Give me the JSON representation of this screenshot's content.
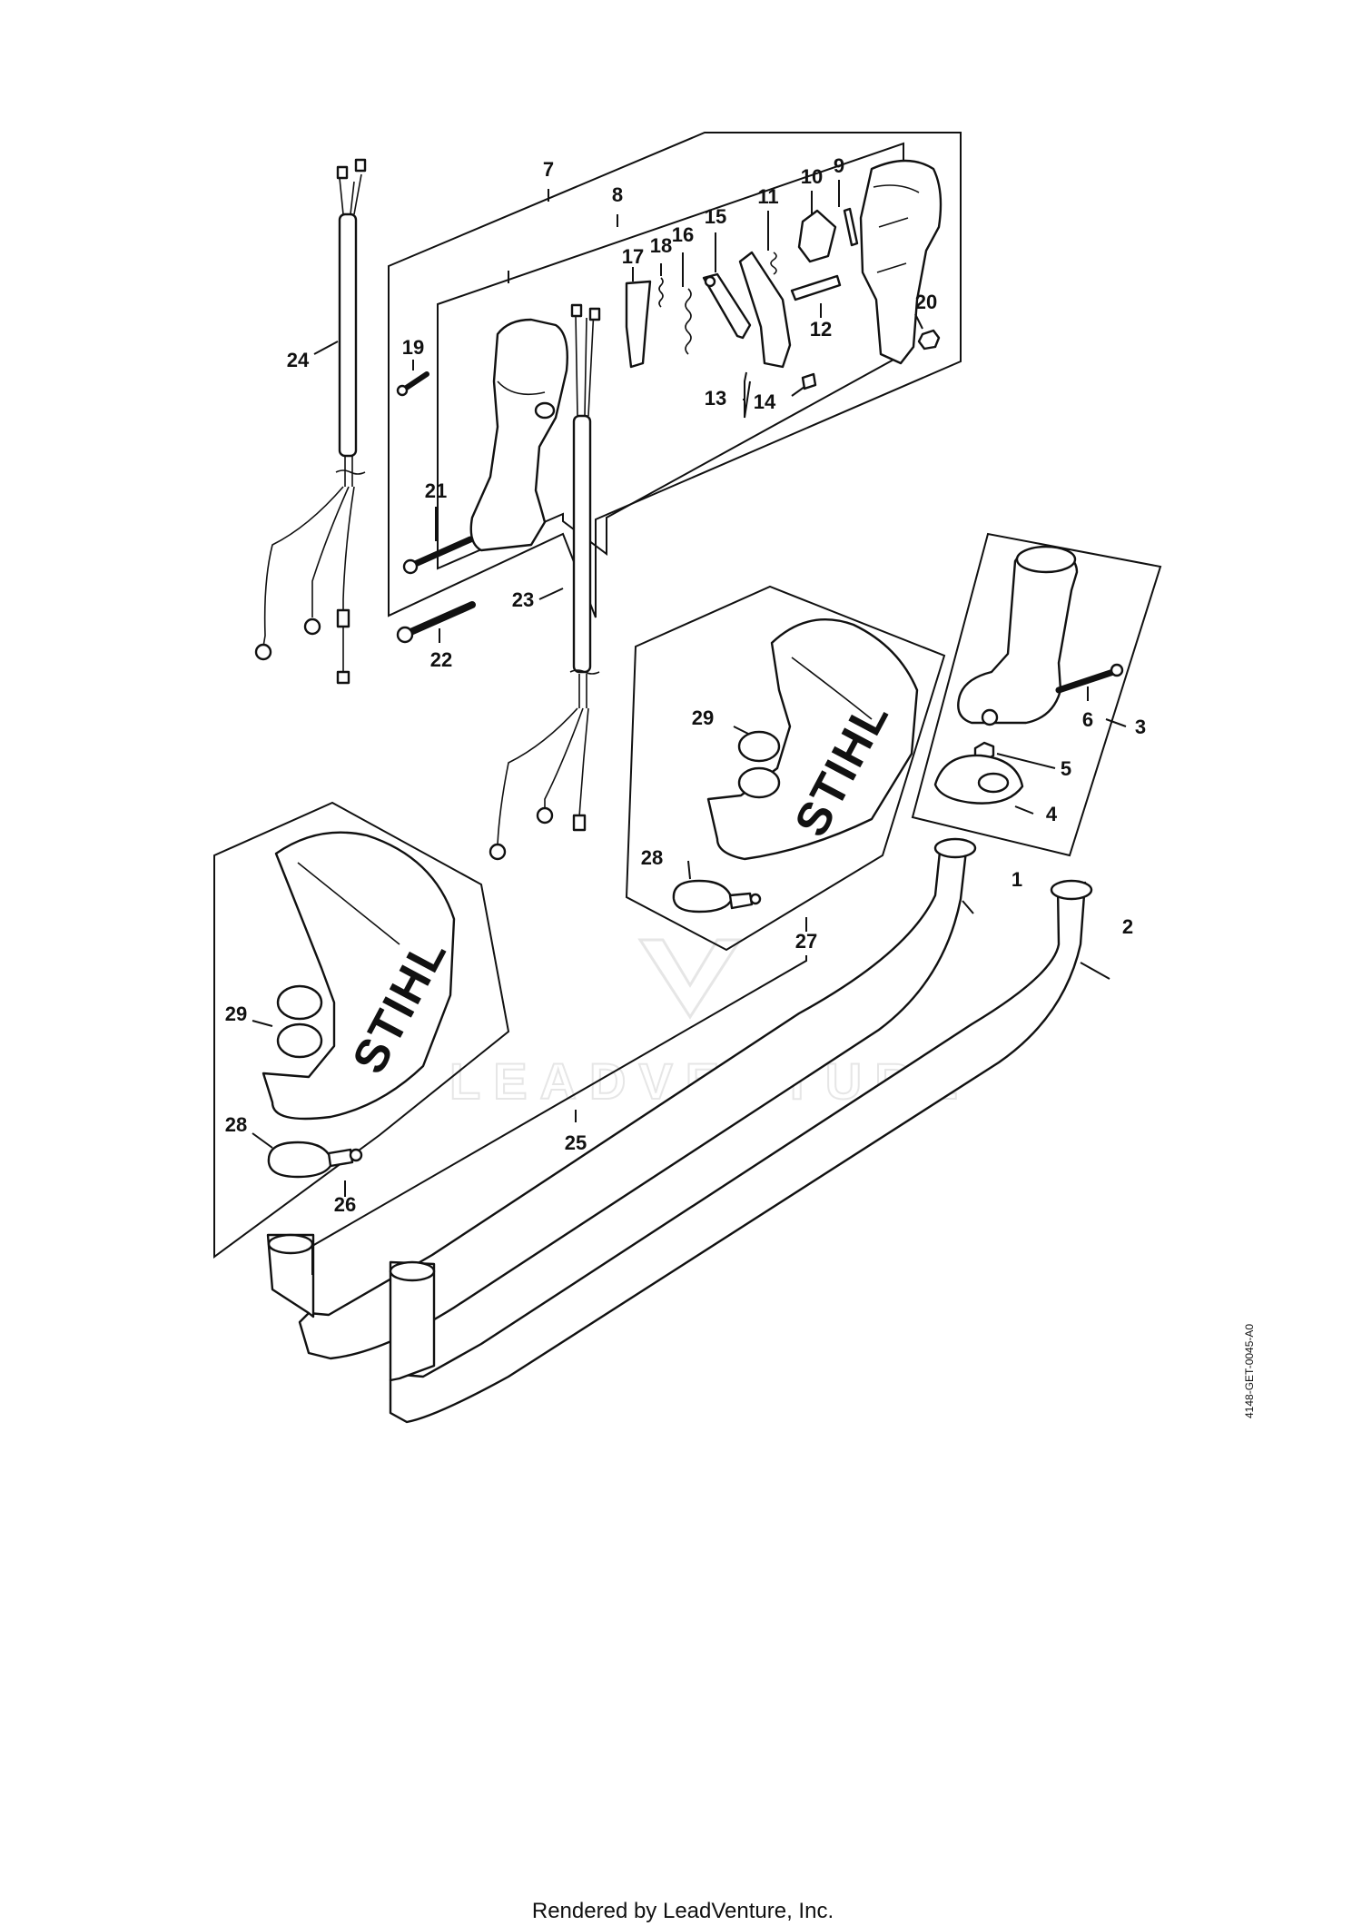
{
  "diagram": {
    "callouts": {
      "c1": "1",
      "c2": "2",
      "c3": "3",
      "c4": "4",
      "c5": "5",
      "c6": "6",
      "c7": "7",
      "c8": "8",
      "c9": "9",
      "c10": "10",
      "c11": "11",
      "c12": "12",
      "c13": "13",
      "c14": "14",
      "c15": "15",
      "c16": "16",
      "c17": "17",
      "c18": "18",
      "c19": "19",
      "c20": "20",
      "c21": "21",
      "c22": "22",
      "c23": "23",
      "c24": "24",
      "c25": "25",
      "c26": "26",
      "c27": "27",
      "c28a": "28",
      "c28b": "28",
      "c29a": "29",
      "c29b": "29"
    },
    "brand_left": "STIHL",
    "brand_right": "STIHL",
    "watermark": "LEADVENTURE",
    "doc_id": "4148-GET-0045-A0",
    "footer": "Rendered by LeadVenture, Inc."
  }
}
